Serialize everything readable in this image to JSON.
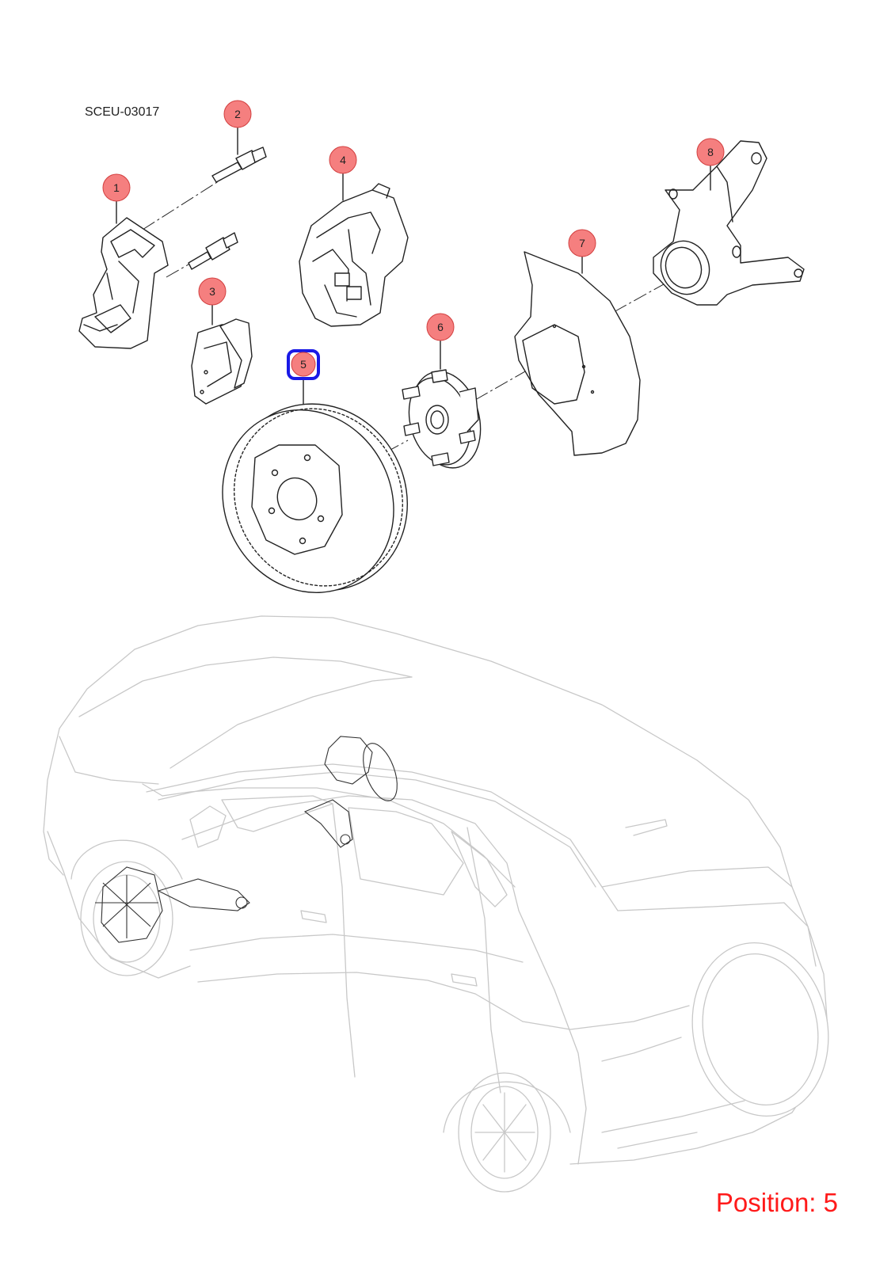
{
  "diagram_code": "SCEU-03017",
  "position_text": "Position: 5",
  "selected_position": "5",
  "colors": {
    "callout_fill": "#f57f7f",
    "callout_stroke": "#d23f3f",
    "selection_box": "#1919e6",
    "position_text": "#ff1a1a",
    "vehicle_outline": "#c8c8c8",
    "part_stroke": "#222222"
  },
  "callouts": [
    {
      "number": "1",
      "part": "caliper-bracket"
    },
    {
      "number": "2",
      "part": "guide-pin-bolt"
    },
    {
      "number": "3",
      "part": "brake-pads"
    },
    {
      "number": "4",
      "part": "caliper"
    },
    {
      "number": "5",
      "part": "brake-disc"
    },
    {
      "number": "6",
      "part": "wheel-hub"
    },
    {
      "number": "7",
      "part": "dust-shield"
    },
    {
      "number": "8",
      "part": "steering-knuckle"
    }
  ]
}
